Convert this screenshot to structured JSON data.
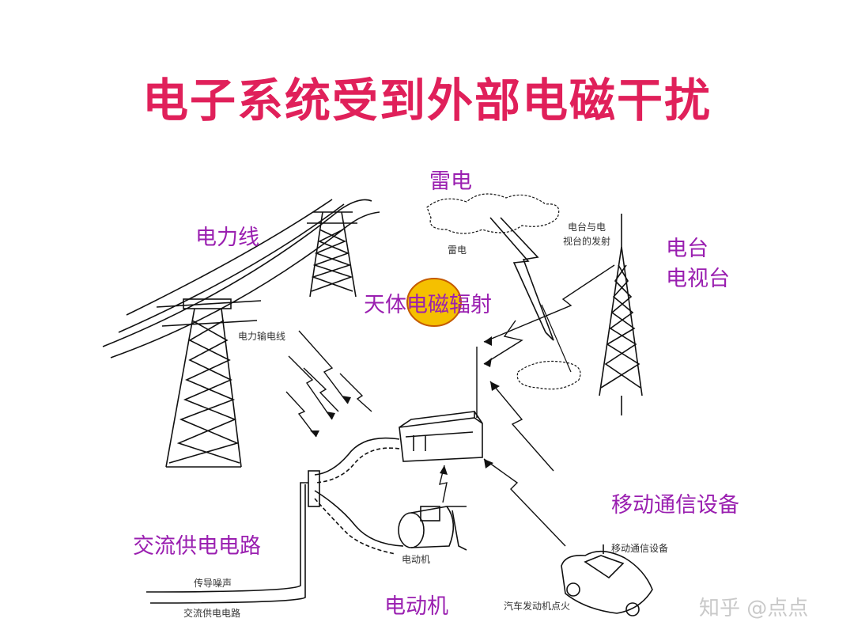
{
  "title": "电子系统受到外部电磁干扰",
  "labels": {
    "lightning": "雷电",
    "power_line": "电力线",
    "tv_station_line1": "电台",
    "tv_station_line2": "电视台",
    "cosmic": "天体电磁辐射",
    "mobile": "移动通信设备",
    "ac_supply": "交流供电电路",
    "motor": "电动机"
  },
  "small_labels": {
    "lightning": "雷电",
    "transmission_line": "电力输电线",
    "station_line1": "电台与电",
    "station_line2": "视台的发射",
    "mobile": "移动通信设备",
    "motor": "电动机",
    "car_ignition": "汽车发动机点火",
    "conducted_noise": "传导噪声",
    "ac_supply": "交流供电电路"
  },
  "watermark": "知乎 @点点",
  "colors": {
    "title": "#e0205a",
    "label": "#9a1fb0",
    "sun": "#f5c000",
    "sun_border": "#c45a00"
  },
  "icons": {
    "sun": "sun-icon",
    "device": "electronic-device-icon",
    "tower_left": "transmission-tower-icon",
    "tower_right": "broadcast-tower-icon",
    "car": "car-icon",
    "motor": "motor-icon",
    "cloud": "cloud-icon"
  }
}
